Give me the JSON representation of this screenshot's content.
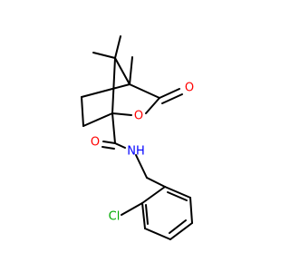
{
  "molecule": {
    "atoms": {
      "O_carbonyl": {
        "label": "O",
        "color": "#ff0000"
      },
      "O_ring": {
        "label": "O",
        "color": "#ff0000"
      },
      "O_amide": {
        "label": "O",
        "color": "#ff0000"
      },
      "N_amide": {
        "label": "NH",
        "color": "#0000ff"
      },
      "Cl": {
        "label": "Cl",
        "color": "#00aa00"
      }
    }
  }
}
